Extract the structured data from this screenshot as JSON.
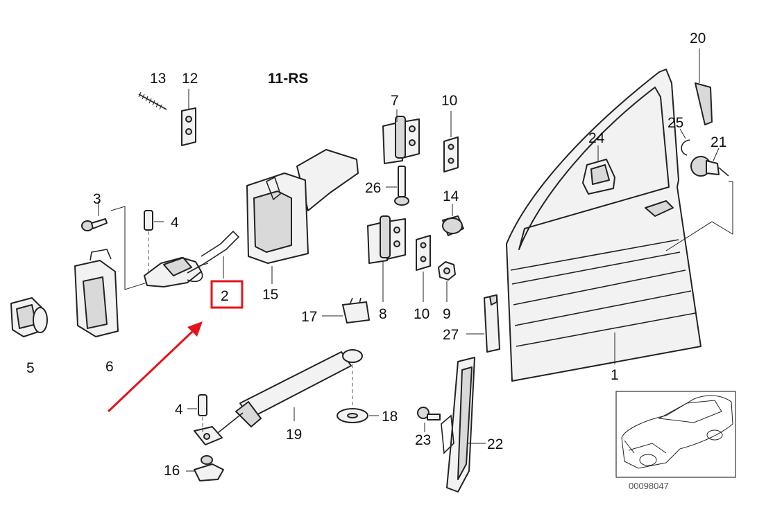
{
  "diagram": {
    "labels": {
      "l1": "1",
      "l2": "2",
      "l3": "3",
      "l4a": "4",
      "l4b": "4",
      "l5": "5",
      "l6": "6",
      "l7": "7",
      "l8": "8",
      "l9": "9",
      "l10a": "10",
      "l10b": "10",
      "l11": "11-RS",
      "l12": "12",
      "l13": "13",
      "l14": "14",
      "l15": "15",
      "l16": "16",
      "l17": "17",
      "l18": "18",
      "l19": "19",
      "l20": "20",
      "l21": "21",
      "l22": "22",
      "l23": "23",
      "l24": "24",
      "l25": "25",
      "l26": "26",
      "l27": "27"
    },
    "image_code": "00098047",
    "highlight_color": "#e3141b",
    "line_color": "#222222"
  }
}
